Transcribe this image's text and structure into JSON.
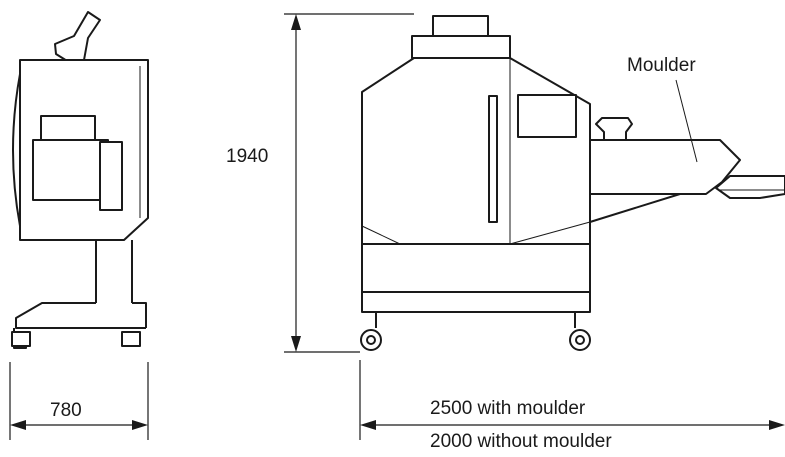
{
  "dimensions": {
    "height_label": "1940",
    "side_width_label": "780",
    "length_with_moulder_label": "2500 with moulder",
    "length_without_moulder_label": "2000 without moulder"
  },
  "callouts": {
    "moulder_label": "Moulder"
  },
  "colors": {
    "line": "#1a1a1a",
    "background": "#ffffff"
  }
}
